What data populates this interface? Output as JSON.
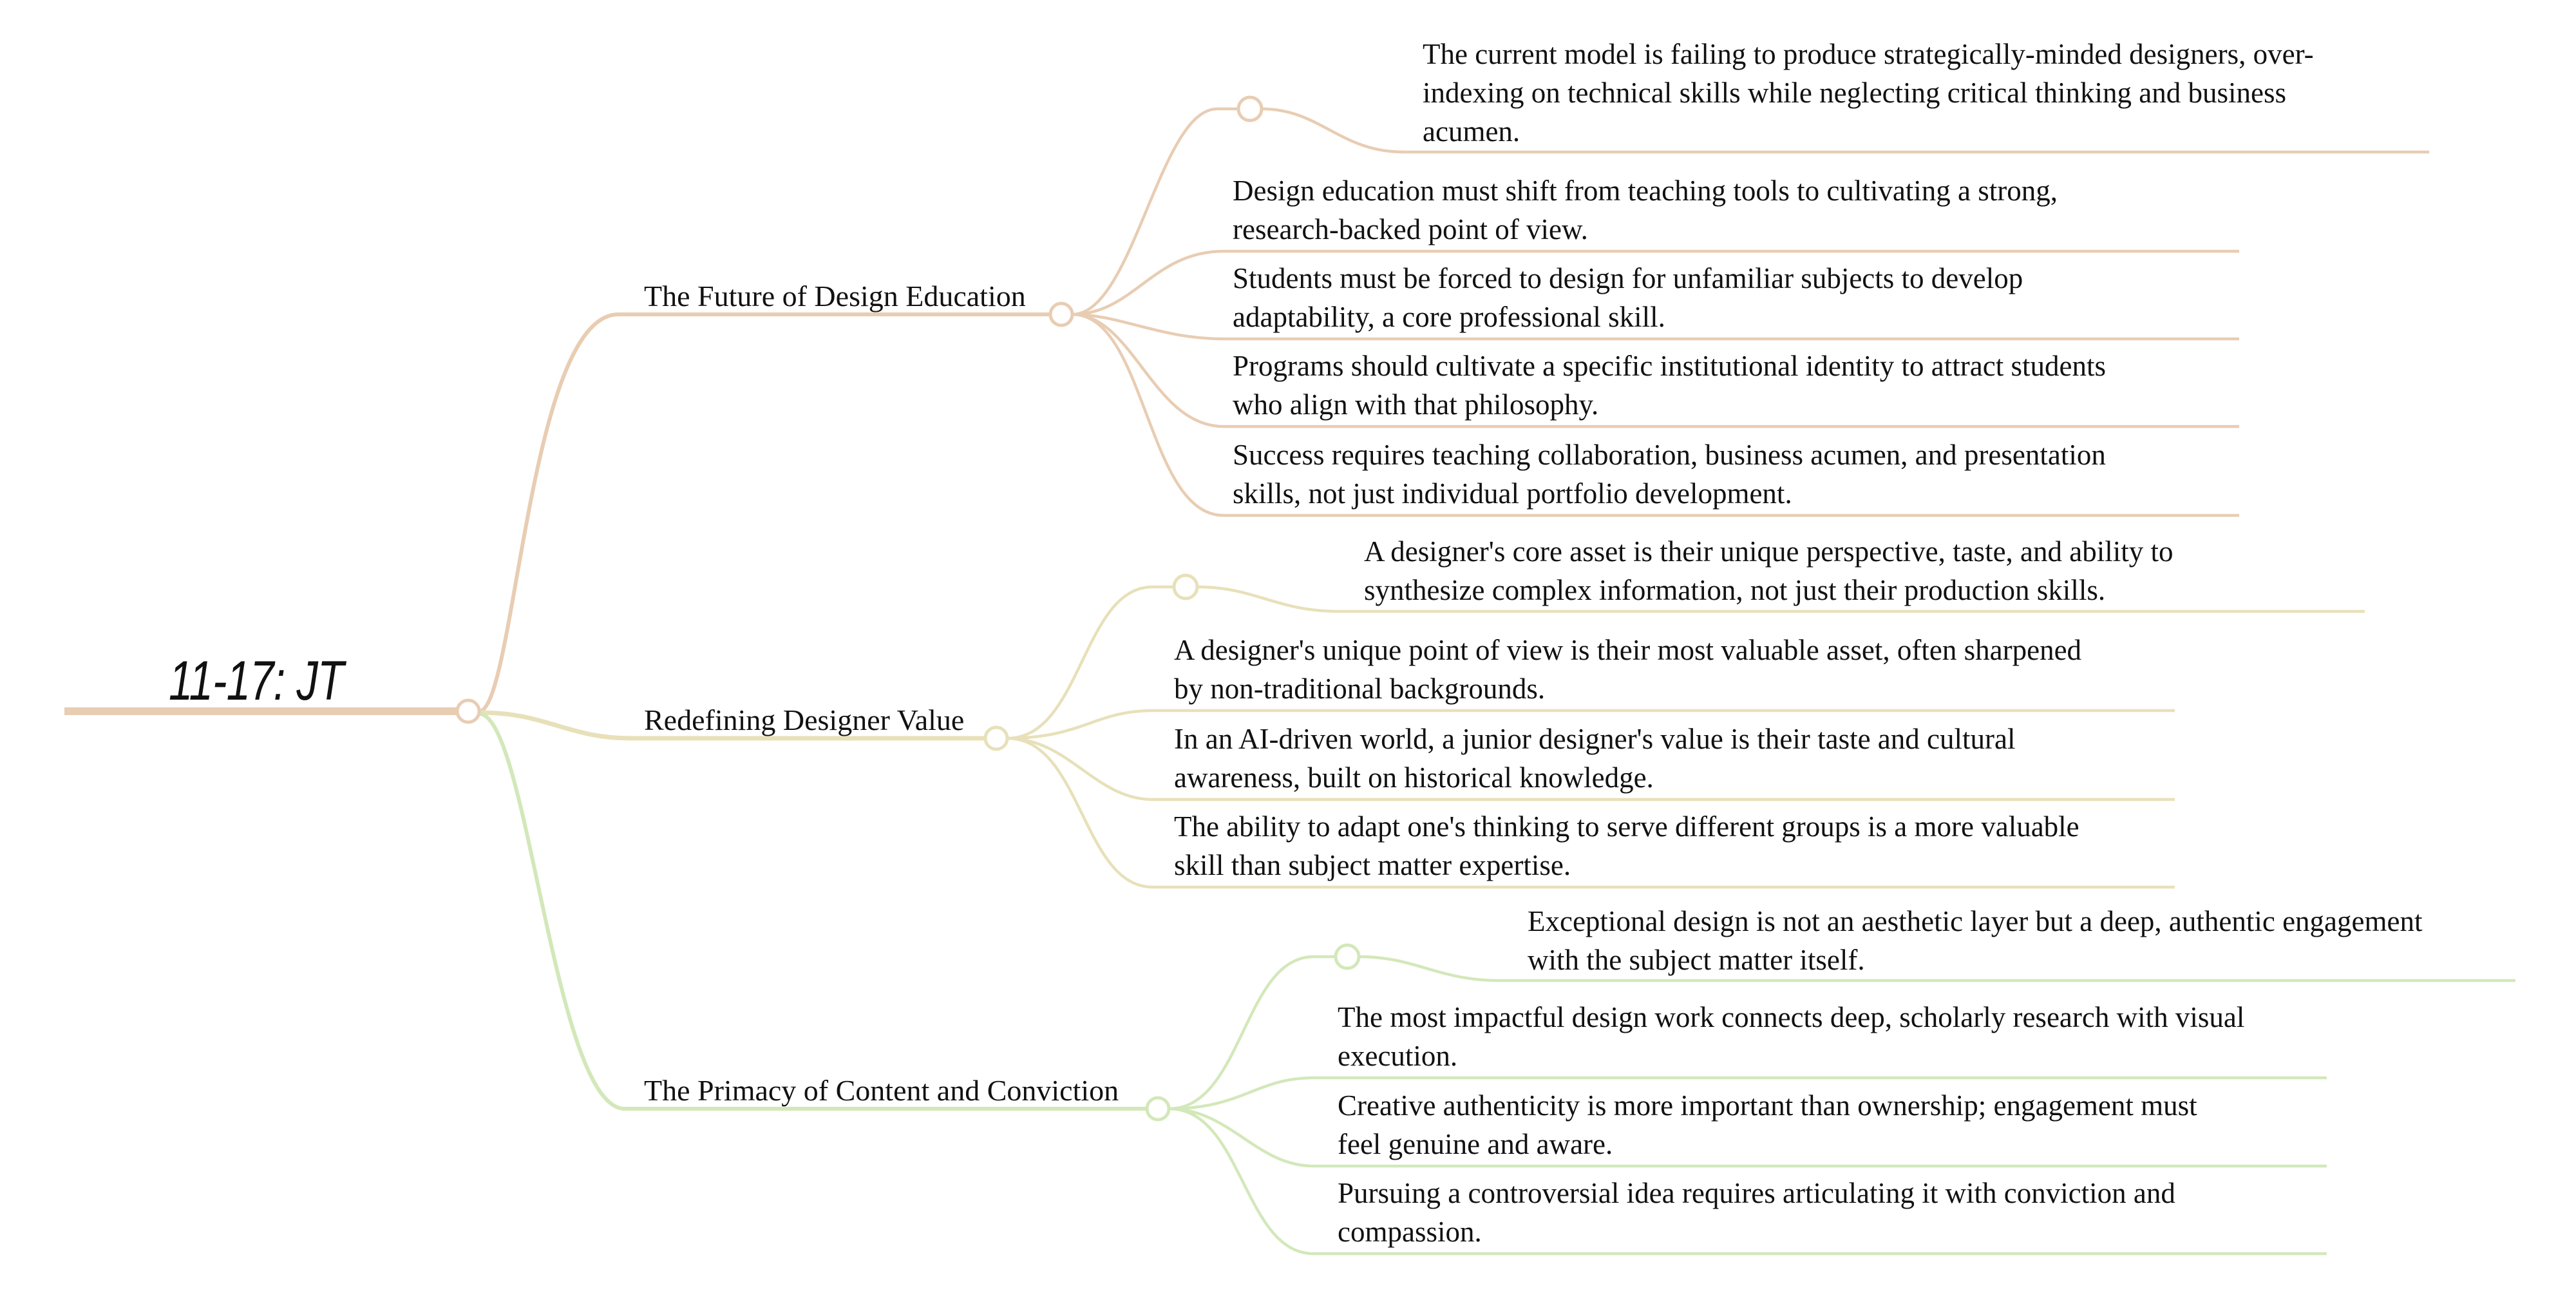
{
  "root": {
    "title": "11-17: JT",
    "color": "#e8cdb3"
  },
  "branches": [
    {
      "label": "The Future of Design Education",
      "color": "#e8cdb3",
      "summary": {
        "lines": [
          "The current model is failing to produce strategically-minded designers, over-",
          "indexing on technical skills while neglecting critical thinking and business",
          "acumen."
        ]
      },
      "leaves": [
        {
          "lines": [
            "Design education must shift from teaching tools to cultivating a strong,",
            "research-backed point of view."
          ]
        },
        {
          "lines": [
            "Students must be forced to design for unfamiliar subjects to develop",
            "adaptability, a core professional skill."
          ]
        },
        {
          "lines": [
            "Programs should cultivate a specific institutional identity to attract students",
            "who align with that philosophy."
          ]
        },
        {
          "lines": [
            "Success requires teaching collaboration, business acumen, and presentation",
            "skills, not just individual portfolio development."
          ]
        }
      ]
    },
    {
      "label": "Redefining Designer Value",
      "color": "#e8e0b9",
      "summary": {
        "lines": [
          "A designer's core asset is their unique perspective, taste, and ability to",
          "synthesize complex information, not just their production skills."
        ]
      },
      "leaves": [
        {
          "lines": [
            "A designer's unique point of view is their most valuable asset, often sharpened",
            "by non-traditional backgrounds."
          ]
        },
        {
          "lines": [
            "In an AI-driven world, a junior designer's value is their taste and cultural",
            "awareness, built on historical knowledge."
          ]
        },
        {
          "lines": [
            "The ability to adapt one's thinking to serve different groups is a more valuable",
            "skill than subject matter expertise."
          ]
        }
      ]
    },
    {
      "label": "The Primacy of Content and Conviction",
      "color": "#d3e8ba",
      "summary": {
        "lines": [
          "Exceptional design is not an aesthetic layer but a deep, authentic engagement",
          "with the subject matter itself."
        ]
      },
      "leaves": [
        {
          "lines": [
            "The most impactful design work connects deep, scholarly research with visual",
            "execution."
          ]
        },
        {
          "lines": [
            "Creative authenticity is more important than ownership; engagement must",
            "feel genuine and aware."
          ]
        },
        {
          "lines": [
            "Pursuing a controversial idea requires articulating it with conviction and",
            "compassion."
          ]
        }
      ]
    }
  ]
}
